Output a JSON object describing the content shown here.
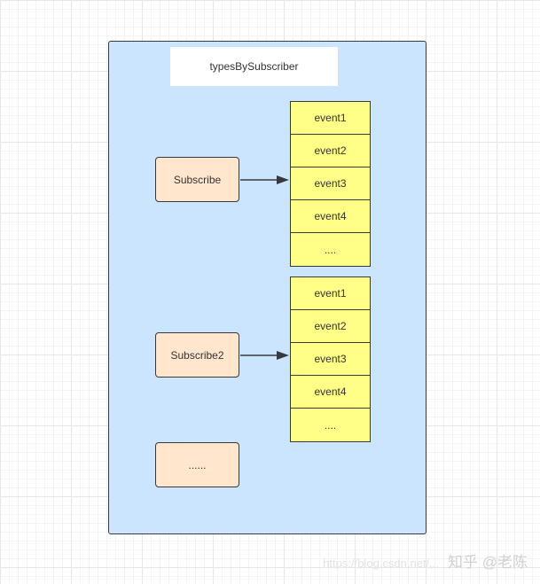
{
  "diagram": {
    "title": "typesBySubscriber",
    "subscribers": [
      {
        "label": "Subscribe",
        "events": [
          "event1",
          "event2",
          "event3",
          "event4",
          "...."
        ]
      },
      {
        "label": "Subscribe2",
        "events": [
          "event1",
          "event2",
          "event3",
          "event4",
          "...."
        ]
      },
      {
        "label": "......",
        "events": []
      }
    ]
  },
  "watermark": {
    "url": "https://blog.csdn.net/...",
    "brand": "知乎 @老陈"
  },
  "colors": {
    "container_fill": "#cce5ff",
    "subscriber_fill": "#ffe6cc",
    "event_fill": "#ffff88",
    "stroke": "#36393d"
  }
}
